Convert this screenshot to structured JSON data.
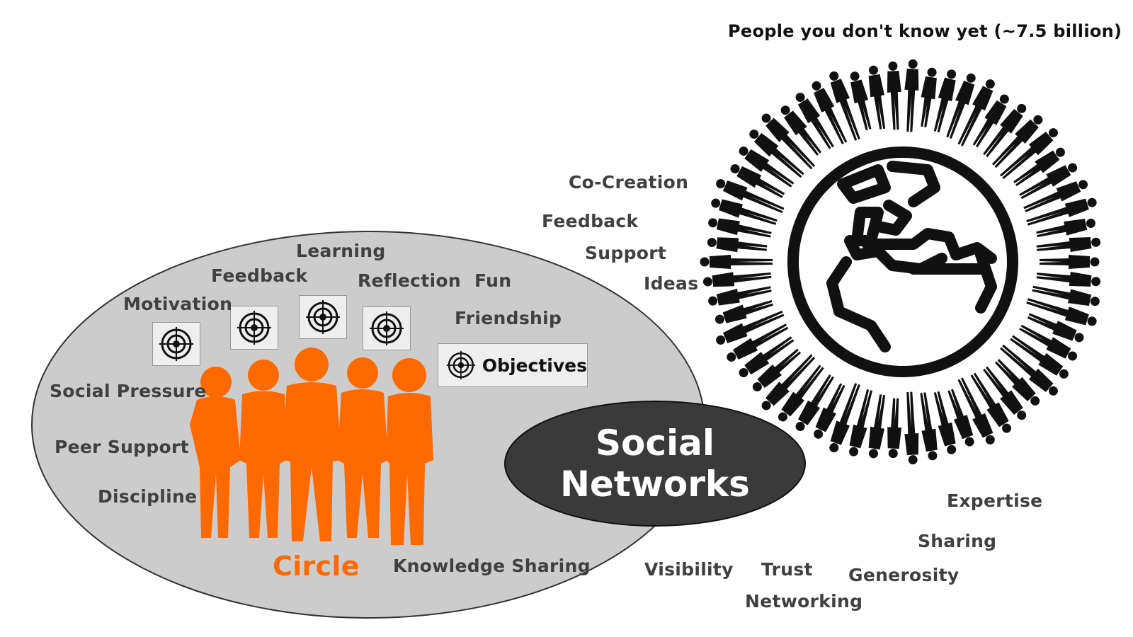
{
  "top_title": "People you don't know yet (~7.5 billion)",
  "circle": {
    "label": "Circle",
    "terms": {
      "motivation": "Motivation",
      "feedback": "Feedback",
      "learning": "Learning",
      "reflection": "Reflection",
      "fun": "Fun",
      "friendship": "Friendship",
      "social_pressure": "Social Pressure",
      "peer_support": "Peer Support",
      "discipline": "Discipline",
      "knowledge_sharing": "Knowledge Sharing"
    },
    "objectives_label": "Objectives"
  },
  "social_networks": {
    "line1": "Social",
    "line2": "Networks"
  },
  "world_terms": {
    "co_creation": "Co-Creation",
    "feedback": "Feedback",
    "support": "Support",
    "ideas": "Ideas",
    "expertise": "Expertise",
    "sharing": "Sharing",
    "generosity": "Generosity",
    "visibility": "Visibility",
    "trust": "Trust",
    "networking": "Networking"
  },
  "colors": {
    "circle_fill": "#cccccc",
    "orange": "#ff6a00",
    "social_networks_fill": "#3a3a3a",
    "text": "#404040"
  },
  "icons": [
    "target-icon",
    "globe-icon",
    "person-silhouette-icon"
  ]
}
